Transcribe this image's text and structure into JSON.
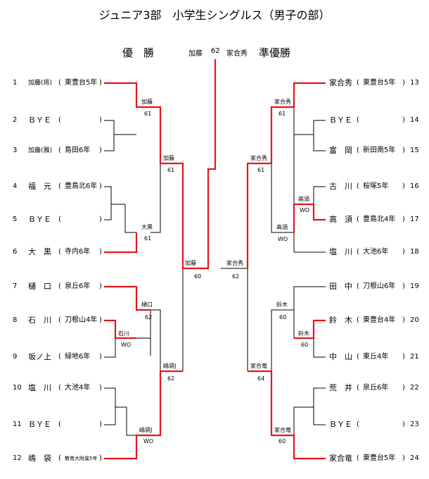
{
  "title": "ジュニア3部　小学生シングルス（男子の部）",
  "header": {
    "champion_label": "優　勝",
    "runnerup_label": "準優勝",
    "final_left": "加藤",
    "final_score": "62",
    "final_right": "家合秀"
  },
  "left_entries": [
    {
      "no": "1",
      "name": "加藤(将)",
      "paren": "(",
      "school": "東豊台5年",
      ")": ")"
    },
    {
      "no": "2",
      "name": "ＢＹＥ",
      "paren": "(",
      "school": "",
      ")": ")"
    },
    {
      "no": "3",
      "name": "加藤(雅)",
      "paren": "(",
      "school": "島田6年",
      ")": ")"
    },
    {
      "no": "4",
      "name": "福　元",
      "paren": "(",
      "school": "豊島北6年",
      ")": ")"
    },
    {
      "no": "5",
      "name": "ＢＹＥ",
      "paren": "(",
      "school": "",
      ")": ")"
    },
    {
      "no": "6",
      "name": "大　黒",
      "paren": "(",
      "school": "寺内6年",
      ")": ")"
    },
    {
      "no": "7",
      "name": "樋　口",
      "paren": "(",
      "school": "泉丘6年",
      ")": ")"
    },
    {
      "no": "8",
      "name": "石　川",
      "paren": "(",
      "school": "刀根山4年",
      ")": ")"
    },
    {
      "no": "9",
      "name": "坂ノ上",
      "paren": "(",
      "school": "緑地6年",
      ")": ")"
    },
    {
      "no": "10",
      "name": "塩　川",
      "paren": "(",
      "school": "大池4年",
      ")": ")"
    },
    {
      "no": "11",
      "name": "ＢＹＥ",
      "paren": "(",
      "school": "",
      ")": ")"
    },
    {
      "no": "12",
      "name": "嶋　袋",
      "paren": "(",
      "school": "教育大附属5年",
      ")": ")"
    }
  ],
  "right_entries": [
    {
      "no": "13",
      "name": "家合秀",
      "paren": "(",
      "school": "東豊台5年",
      ")": ")"
    },
    {
      "no": "14",
      "name": "ＢＹＥ",
      "paren": "(",
      "school": "",
      ")": ")"
    },
    {
      "no": "15",
      "name": "富　岡",
      "paren": "(",
      "school": "新田南5年",
      ")": ")"
    },
    {
      "no": "16",
      "name": "古　川",
      "paren": "(",
      "school": "桜塚5年",
      ")": ")"
    },
    {
      "no": "17",
      "name": "高　須",
      "paren": "(",
      "school": "豊島北4年",
      ")": ")"
    },
    {
      "no": "18",
      "name": "塩　川",
      "paren": "(",
      "school": "大池6年",
      ")": ")"
    },
    {
      "no": "19",
      "name": "田　中",
      "paren": "(",
      "school": "刀根山6年",
      ")": ")"
    },
    {
      "no": "20",
      "name": "鈴　木",
      "paren": "(",
      "school": "東豊台4年",
      ")": ")"
    },
    {
      "no": "21",
      "name": "中　山",
      "paren": "(",
      "school": "東丘4年",
      ")": ")"
    },
    {
      "no": "22",
      "name": "荒　井",
      "paren": "(",
      "school": "泉丘6年",
      ")": ")"
    },
    {
      "no": "23",
      "name": "ＢＹＥ",
      "paren": "(",
      "school": "",
      ")": ")"
    },
    {
      "no": "24",
      "name": "家合竜",
      "paren": "(",
      "school": "東豊台5年",
      ")": ")"
    }
  ],
  "results": {
    "l_r1_a": {
      "w": "加藤",
      "s": "61"
    },
    "l_r1_b": {
      "w": "大黒",
      "s": "61"
    },
    "l_r1_c": {
      "w": "石川",
      "s": "WO"
    },
    "l_r1_d": {
      "w": "樋口",
      "s": "62"
    },
    "l_r1_e": {
      "w": "嶋袋J",
      "s": "WO"
    },
    "l_r2_a": {
      "w": "加藤",
      "s": "61"
    },
    "l_r2_b": {
      "w": "嶋袋J",
      "s": "62"
    },
    "l_sf": {
      "w": "加藤",
      "s": "60"
    },
    "r_r1_a": {
      "w": "家合秀",
      "s": "61"
    },
    "r_r1_b": {
      "w": "高須",
      "s": "WO"
    },
    "r_r1_c": {
      "w": "高須",
      "s": "WO"
    },
    "r_r1_d": {
      "w": "鈴木",
      "s": "60"
    },
    "r_r1_e": {
      "w": "鈴木",
      "s": "60"
    },
    "r_r1_f": {
      "w": "家合竜",
      "s": "60"
    },
    "r_r2_a": {
      "w": "家合秀",
      "s": "61"
    },
    "r_r2_b": {
      "w": "家合竜",
      "s": "64"
    },
    "r_sf": {
      "w": "家合秀",
      "s": "62"
    }
  },
  "colors": {
    "winner_line": "#e8141b",
    "loser_line": "#000000"
  }
}
